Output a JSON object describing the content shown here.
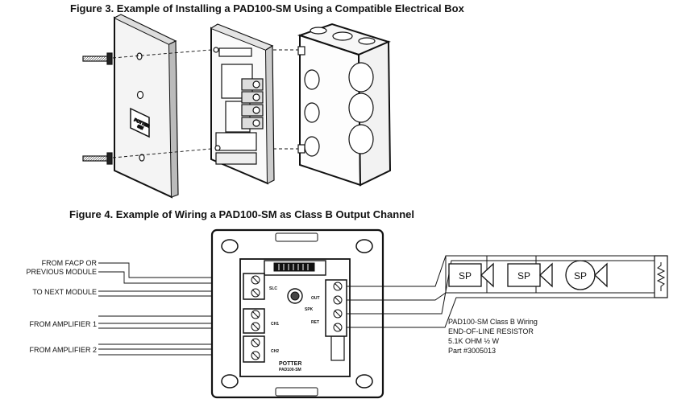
{
  "figure3": {
    "title": "Figure 3. Example of Installing a PAD100-SM Using a Compatible Electrical Box",
    "plate_logo": "POTTER",
    "plate_model": "SM"
  },
  "figure4": {
    "title": "Figure 4. Example of Wiring a PAD100-SM as Class B Output Channel",
    "left_labels": {
      "facp_line1": "FROM FACP OR",
      "facp_line2": "PREVIOUS MODULE",
      "next_module": "TO NEXT MODULE",
      "amp1": "FROM AMPLIFIER 1",
      "amp2": "FROM AMPLIFIER 2"
    },
    "module": {
      "slc": "SLC",
      "ch1": "CH1",
      "ch2": "CH2",
      "out": "OUT",
      "spk": "SPK",
      "ret": "RET",
      "brand": "POTTER",
      "model": "PAD100-SM"
    },
    "speakers": [
      "SP",
      "SP",
      "SP"
    ],
    "notes": {
      "line1": "PAD100-SM Class B Wiring",
      "line2": "END-OF-LINE RESISTOR",
      "line3": "5.1K OHM    ½ W",
      "line4": "Part #3005013"
    }
  }
}
